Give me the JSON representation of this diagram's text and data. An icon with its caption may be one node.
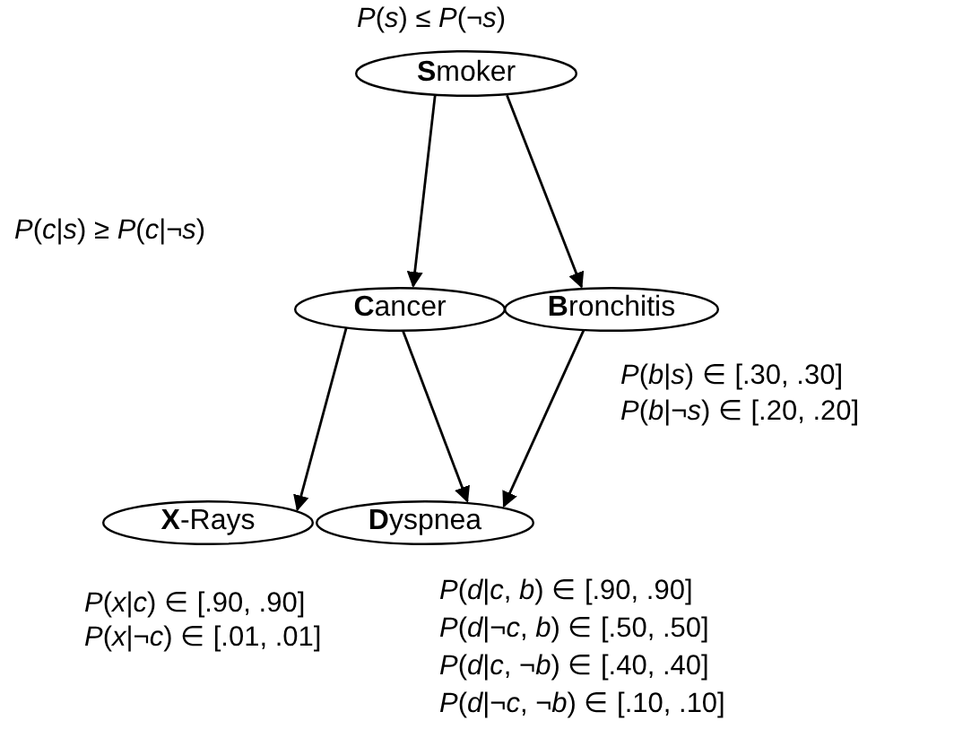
{
  "diagram": {
    "nodes": [
      {
        "text": [
          "**S**moker"
        ],
        "beside": [
          "*P*(*s*) ≤ *P*(¬*s*)"
        ]
      },
      {
        "text": [
          "**C**ancer"
        ]
      },
      {
        "text": [
          "**B**ronchitis"
        ],
        "beside": [
          "*P*(*b*|*s*) ∈ [.30, .30]",
          "*P*(*b*|¬*s*) ∈ [.20, .20]"
        ]
      },
      {
        "text": [
          "**X**-Rays"
        ],
        "beside": [
          "*P*(*x*|*c*) ∈ [.90, .90]",
          "*P*(*x*|¬*c*) ∈ [.01, .01]"
        ]
      },
      {
        "text": [
          "**D**yspnea"
        ],
        "beside": [
          "*P*(*d*|*c*, *b*) ∈ [.90, .90]",
          "*P*(*d*|¬*c*, *b*) ∈ [.50, .50]",
          "*P*(*d*|*c*, ¬*b*) ∈ [.40, .40]",
          "*P*(*d*|¬*c*, ¬*b*) ∈ [.10, .10]"
        ]
      }
    ],
    "edges": [
      {
        "from": 0,
        "to": 1,
        "arrow": "to"
      },
      {
        "from": 0,
        "to": 2,
        "arrow": "to"
      },
      {
        "from": 1,
        "to": 3,
        "arrow": "to"
      },
      {
        "from": 1,
        "to": 4,
        "arrow": "to"
      },
      {
        "from": 2,
        "to": 4,
        "arrow": "to"
      }
    ],
    "labels": [
      "*P*(*c*|*s*) ≥ *P*(*c*|¬*s*)"
    ]
  }
}
